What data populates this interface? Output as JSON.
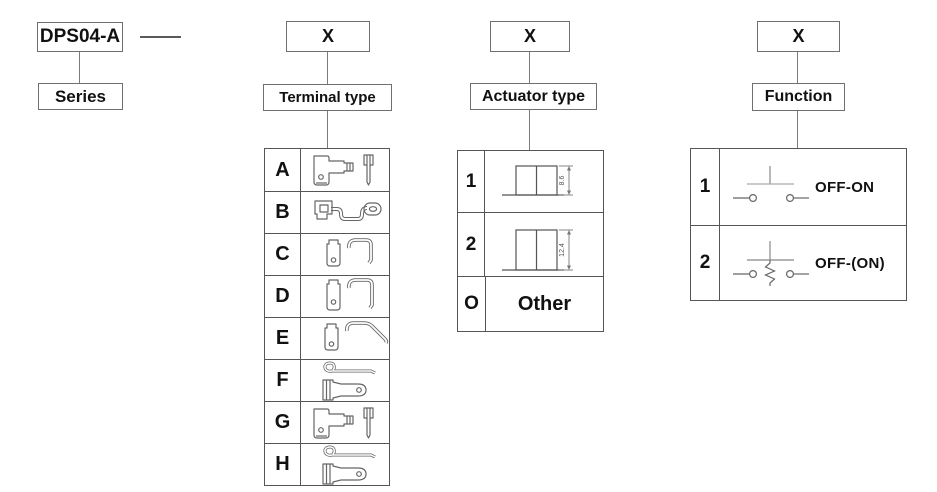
{
  "series": {
    "code": "DPS04-A",
    "label": "Series"
  },
  "terminal": {
    "code_placeholder": "X",
    "label": "Terminal type",
    "rows": [
      {
        "code": "A",
        "drawing": "right-angle-terminal-with-straight-pin"
      },
      {
        "code": "B",
        "drawing": "clip-bracket-with-curved-strap-and-ring-tab"
      },
      {
        "code": "C",
        "drawing": "solder-lug-with-short-bent-wire"
      },
      {
        "code": "D",
        "drawing": "long-solder-lug-with-bent-wire"
      },
      {
        "code": "E",
        "drawing": "solder-lug-with-angled-wire"
      },
      {
        "code": "F",
        "drawing": "hooked-strap-with-blade-terminal"
      },
      {
        "code": "G",
        "drawing": "right-angle-terminal-with-straight-pin"
      },
      {
        "code": "H",
        "drawing": "hooked-strap-with-blade-terminal"
      }
    ]
  },
  "actuator": {
    "code_placeholder": "X",
    "label": "Actuator type",
    "rows": [
      {
        "code": "1",
        "dimension": "8.6",
        "drawing": "actuator-height-8.6"
      },
      {
        "code": "2",
        "dimension": "12.4",
        "drawing": "actuator-height-12.4"
      },
      {
        "code": "O",
        "text": "Other"
      }
    ]
  },
  "function": {
    "code_placeholder": "X",
    "label": "Function",
    "rows": [
      {
        "code": "1",
        "text": "OFF-ON",
        "symbol": "pushbutton-normally-open"
      },
      {
        "code": "2",
        "text": "OFF-(ON)",
        "symbol": "pushbutton-spring-return"
      }
    ]
  },
  "colors": {
    "box_border": "#6f6f6f",
    "table_border": "#555555",
    "drawing_stroke": "#666666",
    "text": "#111111"
  }
}
